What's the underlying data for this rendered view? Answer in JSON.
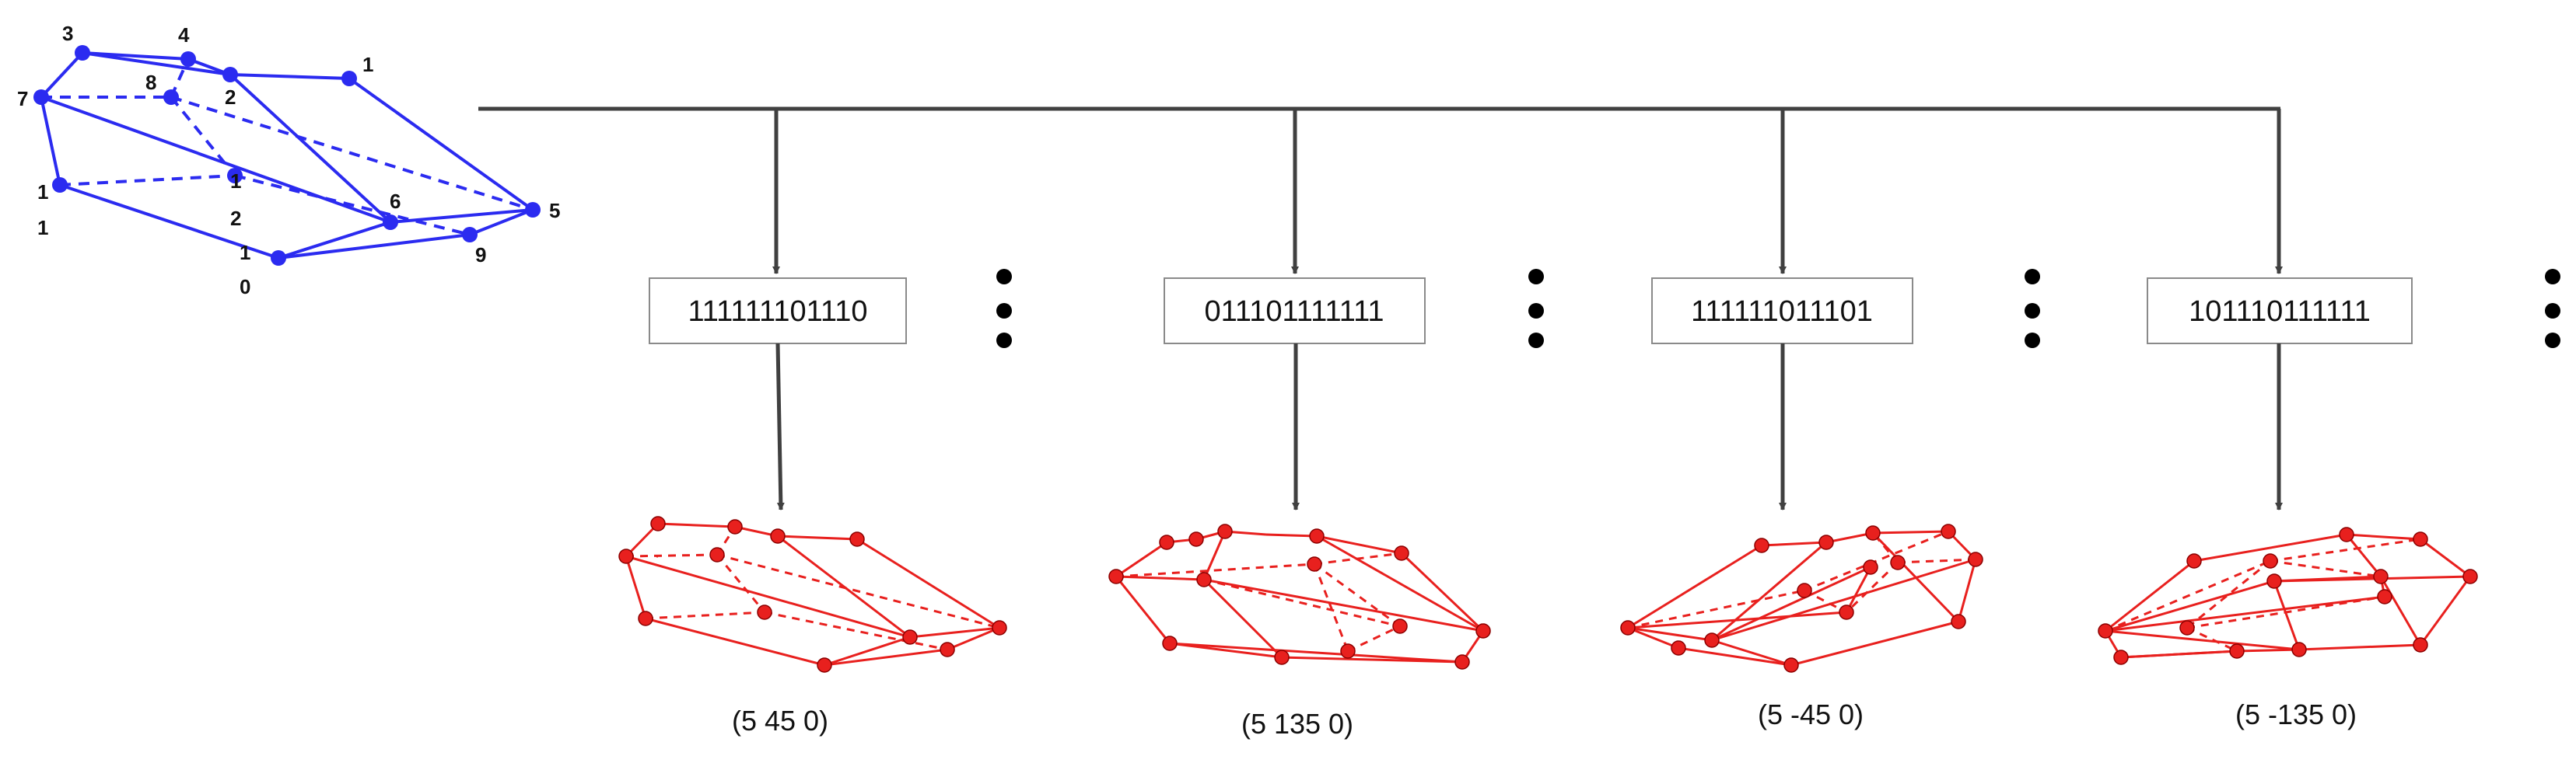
{
  "source_mesh": {
    "vertex_labels": [
      "3",
      "4",
      "1",
      "7",
      "8",
      "2",
      "1",
      "1",
      "1",
      "2",
      "6",
      "5",
      "9",
      "1",
      "0"
    ],
    "color": "#2b2bf0"
  },
  "branches": [
    {
      "code": "111111101110",
      "pose": "(5  45  0)"
    },
    {
      "code": "011101111111",
      "pose": "(5  135  0)"
    },
    {
      "code": "111111011101",
      "pose": "(5  -45  0)"
    },
    {
      "code": "101110111111",
      "pose": "(5  -135  0)"
    }
  ],
  "colors": {
    "arrow": "#404040",
    "result_mesh": "#e8201e",
    "box_border": "#8a8a8a"
  }
}
